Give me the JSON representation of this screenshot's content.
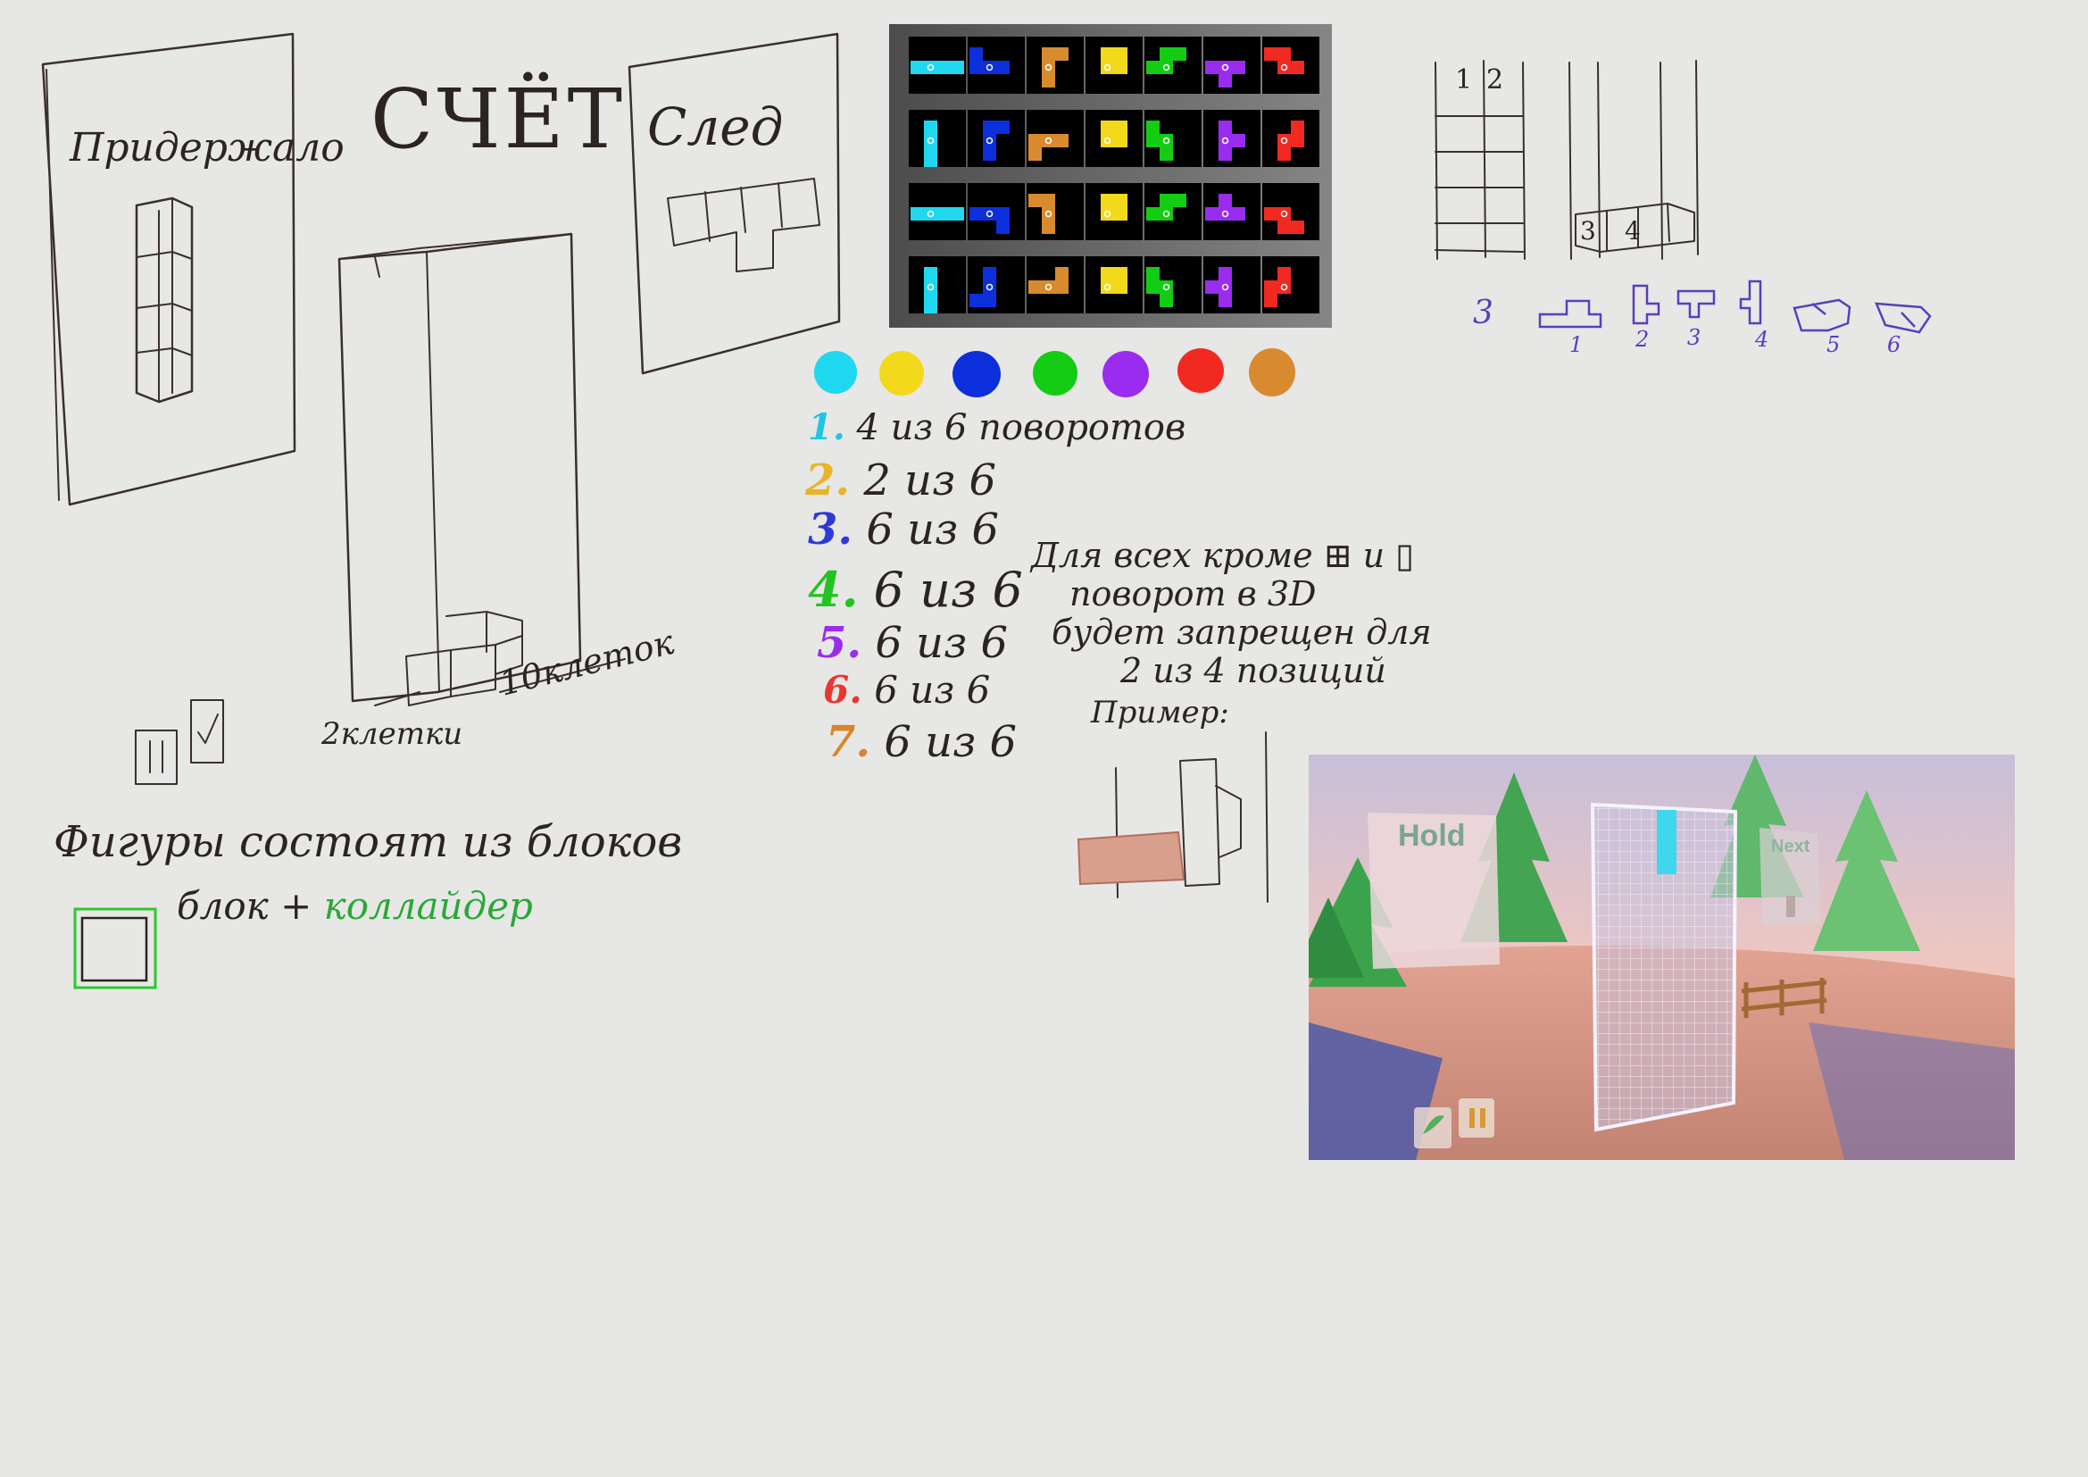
{
  "sketch": {
    "hold_panel_label": "Придержало",
    "score_label": "СЧЁТ",
    "next_panel_label": "След",
    "width_label": "2клетки",
    "height_label": "10клеток",
    "figures_note": "Фигуры состоят из блоков",
    "block_note_prefix": "блок + ",
    "block_note_collider": "коллайдер",
    "rule_text": [
      "Для всех кроме ⊞ и ▯",
      "поворот в 3D",
      "будет запрещен для",
      "2 из 4 позиций",
      "Пример:"
    ],
    "grid_labels": {
      "col1": "1",
      "col2": "2",
      "cell3": "3",
      "cell4": "4"
    },
    "variant_count": "3",
    "variant_numbers": [
      "1",
      "2",
      "3",
      "4",
      "5",
      "6"
    ]
  },
  "colors": {
    "cyan": "#1fd8ef",
    "yellow": "#f2d91b",
    "blue": "#0c2fdc",
    "green": "#14cc14",
    "purple": "#9a2cf0",
    "red": "#f02a20",
    "orange": "#d88a2f"
  },
  "rotations_list": [
    {
      "num": "1.",
      "text": "4 из 6 поворотов",
      "color": "#1fc6e0"
    },
    {
      "num": "2.",
      "text": "2 из 6",
      "color": "#e9b42a"
    },
    {
      "num": "3.",
      "text": "6 из 6",
      "color": "#2d3ad8"
    },
    {
      "num": "4.",
      "text": "6 из 6",
      "color": "#22c422"
    },
    {
      "num": "5.",
      "text": "6 из 6",
      "color": "#9a2cf0"
    },
    {
      "num": "6.",
      "text": "6 из 6",
      "color": "#e8372f"
    },
    {
      "num": "7.",
      "text": "6 из 6",
      "color": "#d8852c"
    }
  ],
  "game_preview": {
    "hold_label": "Hold",
    "next_label": "Next"
  }
}
